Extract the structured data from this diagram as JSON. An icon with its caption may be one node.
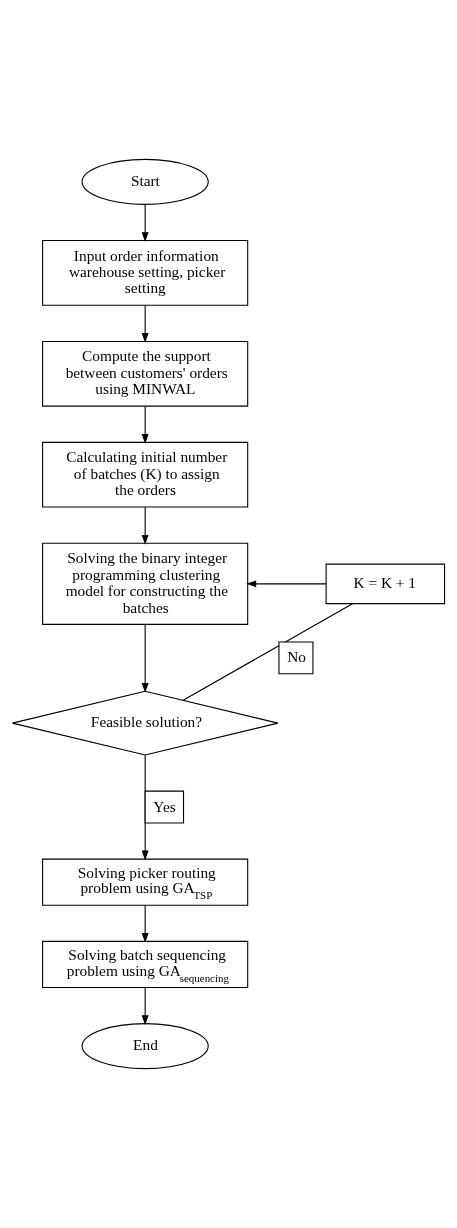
{
  "diagram": {
    "nodes": [
      {
        "text": [
          "Start"
        ]
      },
      {
        "text": [
          "Input order information warehouse setting, picker setting"
        ]
      },
      {
        "text": [
          "Compute the support between customers' orders using MINWAL"
        ]
      },
      {
        "text": [
          "Calculating initial number of batches (K) to assign the orders"
        ]
      },
      {
        "text": [
          "Solving the binary integer programming clustering model for constructing the batches"
        ]
      },
      {
        "text": [
          "Feasible solution?"
        ]
      },
      {
        "text": [
          "K = K + 1"
        ]
      },
      {
        "text": [
          "Solving picker routing problem using GA$_{TSP}$"
        ]
      },
      {
        "text": [
          "Solving batch sequencing problem using GA$_{sequencing}$"
        ]
      },
      {
        "text": [
          "End"
        ]
      }
    ],
    "edges": [
      {
        "from": 0,
        "to": 1,
        "arrow": "to"
      },
      {
        "from": 1,
        "to": 2,
        "arrow": "to"
      },
      {
        "from": 2,
        "to": 3,
        "arrow": "to"
      },
      {
        "from": 3,
        "to": 4,
        "arrow": "to"
      },
      {
        "from": 4,
        "to": 5,
        "arrow": "to"
      },
      {
        "from": 5,
        "to": 7,
        "arrow": "to",
        "label": "Yes"
      },
      {
        "from": 5,
        "to": 6,
        "arrow": "none",
        "label": "No"
      },
      {
        "from": 6,
        "to": 4,
        "arrow": "to"
      },
      {
        "from": 7,
        "to": 8,
        "arrow": "to"
      },
      {
        "from": 8,
        "to": 9,
        "arrow": "to"
      }
    ]
  }
}
